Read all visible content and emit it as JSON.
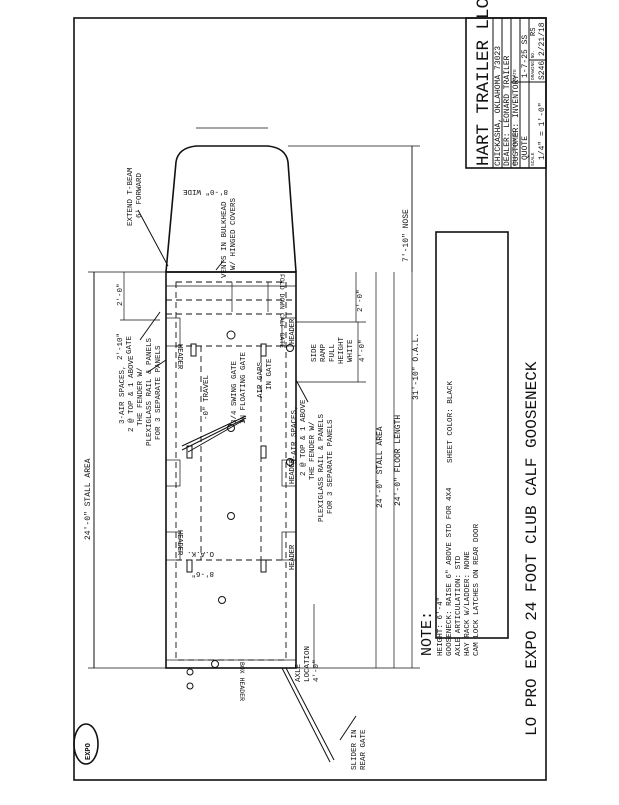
{
  "title_block": {
    "company": "HART TRAILER LLC",
    "city": "CHICKASHA, OKLAHOMA 73023",
    "dealer": "DEALER: LEONARD TRAILER",
    "customer": "CUSTOMER: INVENTORY",
    "work_order_label": "WORK ORDER NO.",
    "date_label": "DATE",
    "work_order": "QUOTE",
    "date": "1-7-25 SS",
    "scale_label": "SCALE",
    "drawing_no_label": "DRAWING NO.",
    "rs": "RS",
    "scale": "1/4\" = 1'-0\"",
    "drawing_no": "S246 2/21/18"
  },
  "drawing_title": "LO PRO EXPO 24 FOOT CLUB CALF GOOSENECK",
  "notes": {
    "heading": "NOTE:",
    "lines": [
      "HEIGHT: 6'-4\"",
      "GOOSENECK: RAISE 6\" ABOVE STD FOR 4X4",
      "AXLE ARTICULATION: STD",
      "HAY RACK W/LADDER: NONE",
      "CAM LOCK LATCHES ON REAR DOOR"
    ]
  },
  "sheet_color": "SHEET COLOR: BLACK",
  "labels": {
    "stall_area_top": "24'-0\" STALL AREA",
    "stall_area_bottom": "24'-0\" STALL AREA",
    "floor_length": "24'-0\" FLOOR LENGTH",
    "overall_length": "31'-10\" O.A.L.",
    "nose": "7'-10\" NOSE",
    "wide": "8'-0\" WIDE",
    "extend_tbeam": [
      "EXTEND T-BEAM",
      "6' FORWARD"
    ],
    "vents": [
      "VENTS IN BULKHEAD",
      "W/ HINGED COVERS"
    ],
    "fold_down_calf_gate": "FOLD DOWN CALF GATE",
    "dim_2_0_top": "2'-0\"",
    "dim_2_10_gate": [
      "2'-10\"",
      "GATE"
    ],
    "dim_2_0_bottom": "2'-0\"",
    "side_ramp": [
      "SIDE",
      "RAMP",
      "FULL",
      "HEIGHT",
      "WHITE"
    ],
    "dim_4_0_ramp": "4'-0\"",
    "air_spaces_top": [
      "3-AIR SPACES,",
      "2 @ TOP & 1 ABOVE",
      "THE FENDER W/",
      "PLEXIGLASS RAIL & PANELS",
      "FOR 3 SEPARATE PANELS"
    ],
    "air_spaces_bottom": [
      "3-AIR SPACES,",
      "2 @ TOP & 1 ABOVE",
      "THE FENDER W/",
      "PLEXIGLASS RAIL & PANELS",
      "FOR 3 SEPARATE PANELS"
    ],
    "swing_gate": [
      "3/4 SWING GATE",
      "IN FLOATING GATE"
    ],
    "air_gaps": [
      "AIR GAPS",
      "IN GATE"
    ],
    "travel": "-0\" TRAVEL",
    "oak": "O.A.K.",
    "dim_8_6": "8'-6\"",
    "header": "HEADER",
    "box_header": "BOX HEADER",
    "axle_location": [
      "AXLE",
      "LOCATION",
      "4'-0\""
    ],
    "slider_rear_gate": [
      "SLIDER IN",
      "REAR GATE"
    ],
    "logo": "EXPO"
  }
}
